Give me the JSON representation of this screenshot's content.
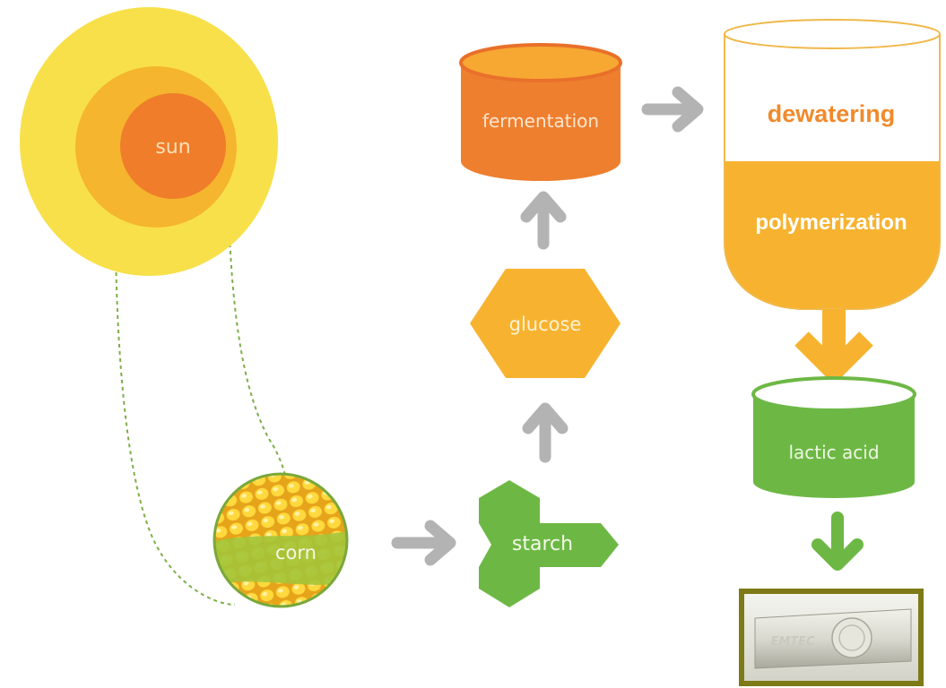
{
  "diagram": {
    "nodes": {
      "sun": "sun",
      "corn": "corn",
      "starch": "starch",
      "glucose": "glucose",
      "fermentation": "fermentation",
      "dewatering": "dewatering",
      "polymerization": "polymerization",
      "lactic_acid": "lactic acid"
    },
    "product_photo": {
      "brand_mark": "EMTEC"
    },
    "colors": {
      "sun_outer": "#f8e04a",
      "sun_middle": "#f5b52e",
      "sun_core": "#ef7d2a",
      "orange": "#ee7f2f",
      "amber": "#f7b330",
      "green": "#6db845",
      "arrow_gray": "#b3b3b3",
      "dewatering_text": "#f08a2c",
      "frame_olive": "#7d7a17"
    }
  }
}
